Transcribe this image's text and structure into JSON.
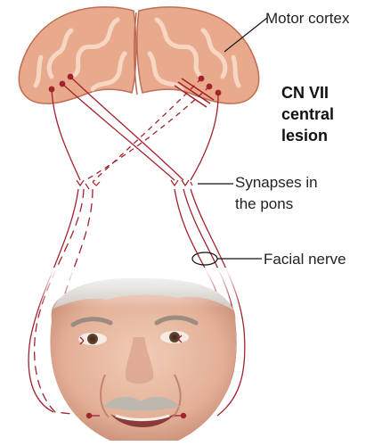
{
  "labels": {
    "motor_cortex": "Motor cortex",
    "lesion_title_line1": "CN VII",
    "lesion_title_line2": "central",
    "lesion_title_line3": "lesion",
    "synapses_line1": "Synapses in",
    "synapses_line2": "the pons",
    "facial_nerve": "Facial nerve"
  },
  "colors": {
    "tract": "#a3232d",
    "brain_fill": "#e9a98c",
    "brain_gyri": "#f7d7c4",
    "skin": "#e8bca4",
    "hair": "#cfcac4",
    "leader": "#111111"
  }
}
